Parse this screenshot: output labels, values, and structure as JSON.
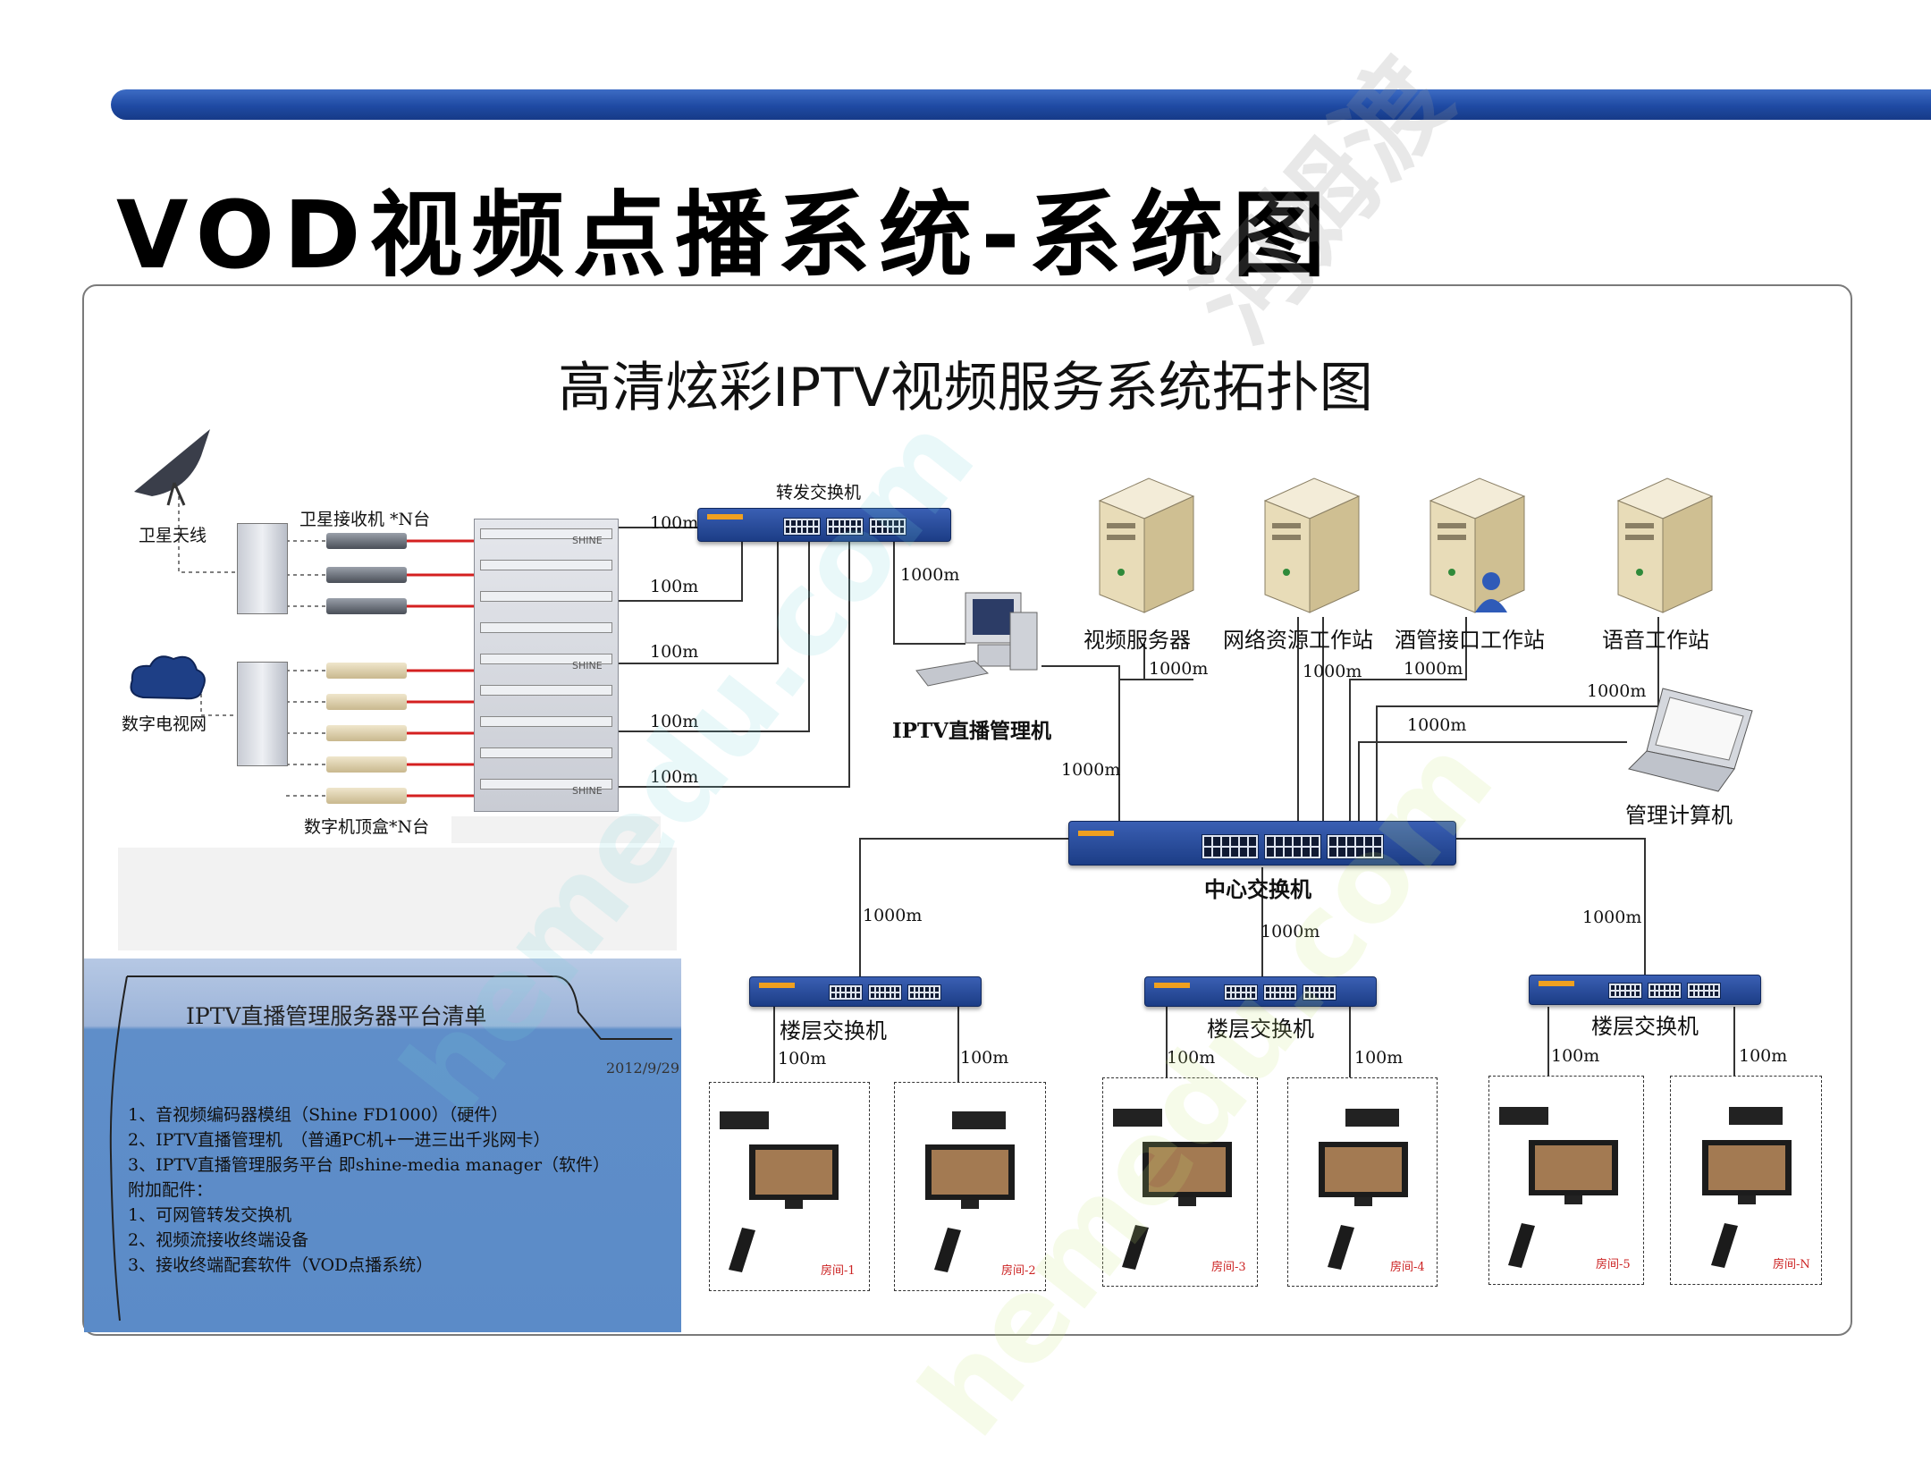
{
  "page_title": "VOD视频点播系统-系统图",
  "diagram_title": "高清炫彩IPTV视频服务系统拓扑图",
  "labels": {
    "satellite_antenna": "卫星天线",
    "satellite_receiver": "卫星接收机 *N台",
    "digital_tv_network": "数字电视网",
    "set_top_box": "数字机顶盒*N台",
    "forward_switch": "转发交换机",
    "iptv_live_manager": "IPTV直播管理机",
    "video_server": "视频服务器",
    "network_resource_station": "网络资源工作站",
    "hotel_interface_station": "酒管接口工作站",
    "voice_station": "语音工作站",
    "management_computer": "管理计算机",
    "central_switch": "中心交换机",
    "floor_switch_1": "楼层交换机",
    "floor_switch_2": "楼层交换机",
    "floor_switch_3": "楼层交换机",
    "encoder_brand": "SHINE"
  },
  "speeds": {
    "s100": "100m",
    "s1000": "1000m"
  },
  "rooms": [
    "房间-1",
    "房间-2",
    "房间-3",
    "房间-4",
    "房间-5",
    "房间-N"
  ],
  "notes": {
    "title": "IPTV直播管理服务器平台清单",
    "date": "2012/9/29",
    "lines": [
      "1、音视频编码器模组（Shine FD1000）（硬件）",
      "2、IPTV直播管理机　（普通PC机+一进三出千兆网卡）",
      "3、IPTV直播管理服务平台 即shine-media manager（软件）",
      "附加配件：",
      "1、可网管转发交换机",
      "2、视频流接收终端设备",
      "3、接收终端配套软件（VOD点播系统）"
    ]
  },
  "watermarks": {
    "cn": "河姆渡",
    "en1": "hemedu.com",
    "en2": "hemedu.com"
  },
  "colors": {
    "accent_blue": "#1f4aa3",
    "switch_blue": "#2a4f9e",
    "signal_red": "#d42020",
    "panel_blue": "#5b8bc8"
  }
}
